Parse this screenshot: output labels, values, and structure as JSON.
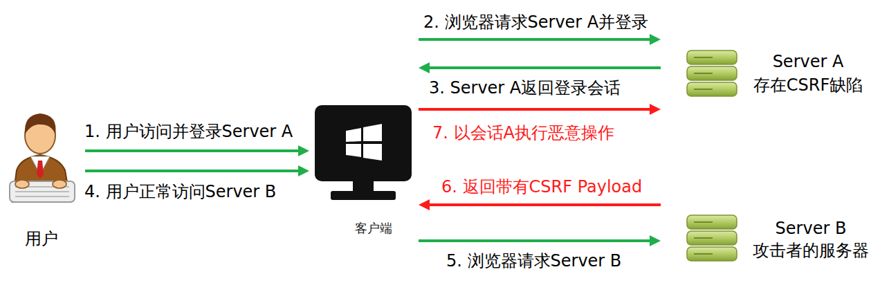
{
  "diagram": {
    "nodes": [
      {
        "text": [
          "用户"
        ]
      },
      {
        "text": [
          "客户端"
        ]
      },
      {
        "text": [
          "Server A",
          "存在CSRF缺陷"
        ]
      },
      {
        "text": [
          "Server B",
          "攻击者的服务器"
        ]
      }
    ],
    "edges": [
      {
        "from": 0,
        "to": 1,
        "arrow": "to",
        "label": "1. 用户访问并登录Server A"
      },
      {
        "from": 1,
        "to": 2,
        "arrow": "to",
        "label": "2. 浏览器请求Server A并登录"
      },
      {
        "from": 2,
        "to": 1,
        "arrow": "to",
        "label": "3. Server A返回登录会话"
      },
      {
        "from": 0,
        "to": 1,
        "arrow": "to",
        "label": "4. 用户正常访问Server B"
      },
      {
        "from": 1,
        "to": 3,
        "arrow": "to",
        "label": "5. 浏览器请求Server B"
      },
      {
        "from": 3,
        "to": 1,
        "arrow": "to",
        "label": "6. 返回带有CSRF Payload"
      },
      {
        "from": 1,
        "to": 2,
        "arrow": "to",
        "label": "7. 以会话A执行恶意操作"
      }
    ]
  }
}
